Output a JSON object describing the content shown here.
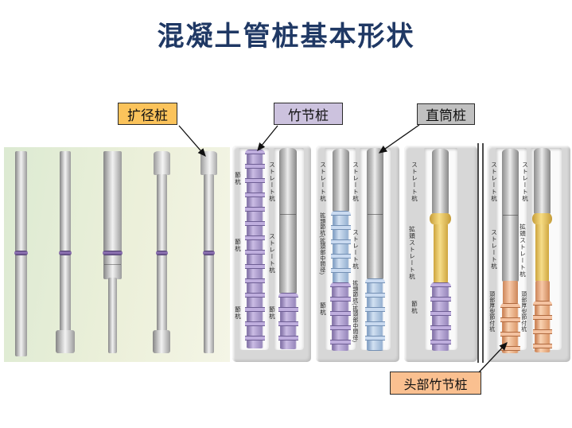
{
  "slide": {
    "title": "混凝土管桩基本形状"
  },
  "callouts": {
    "expanded": "扩径桩",
    "bamboo": "竹节桩",
    "straight": "直筒桩",
    "head_bamboo": "头部竹节桩"
  },
  "jp": {
    "straight": "ストレート杭",
    "node": "節杭",
    "exp_head_node": "拡頭節杭(拡頭部中間径)",
    "exp_head_straight": "拡頭ストレート杭",
    "head_thick_node": "頭部厚型節付杭"
  },
  "colors": {
    "title": "#1F3864",
    "callout_expanded_bg": "#FBC35B",
    "callout_bamboo_bg": "#CCC2DE",
    "callout_straight_bg": "#C0C0C0",
    "callout_head_bamboo_bg": "#FAC090",
    "pile_purple": "#A695C9",
    "pile_blue": "#A9C0DF",
    "pile_salmon": "#EFA87E",
    "pile_yellow": "#F2CE5C",
    "pile_gray": "#BDBDBD",
    "photo_bg": "#E7EFD6"
  }
}
